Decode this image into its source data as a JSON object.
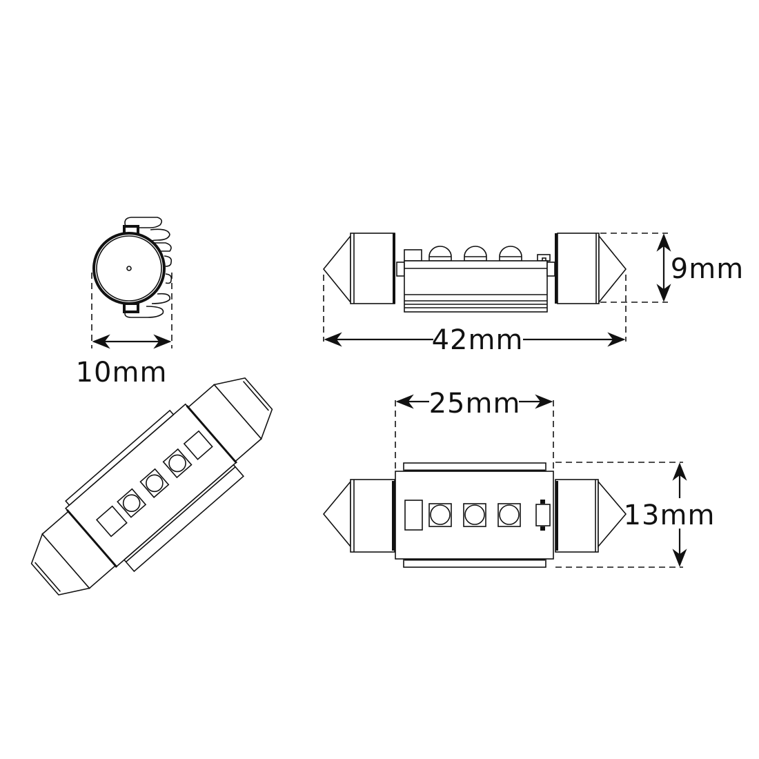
{
  "dimensions": {
    "diameter": "10mm",
    "height": "9mm",
    "length": "42mm",
    "body_length": "25mm",
    "body_width": "13mm"
  },
  "views": [
    "end-view",
    "side-view",
    "isometric-view",
    "top-view"
  ],
  "colors": {
    "line": "#111111",
    "background": "#ffffff"
  }
}
